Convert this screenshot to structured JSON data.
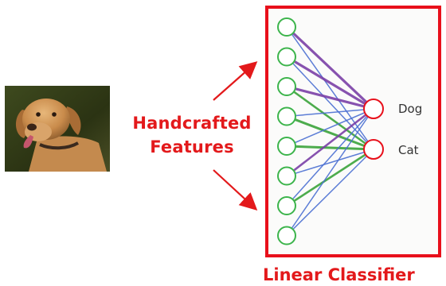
{
  "input_label": {
    "line1": "Handcrafted",
    "line2": "Features"
  },
  "classifier_label": "Linear Classifier",
  "network": {
    "input_node_count": 8,
    "outputs": [
      "Dog",
      "Cat"
    ]
  },
  "colors": {
    "accent_red": "#e3191b",
    "node_green": "#3cb44b",
    "node_red": "#e8101b",
    "edge_blue": "#4a6fd1",
    "edge_purple": "#7a3fa6",
    "edge_green": "#3aa33a"
  },
  "icons": {
    "photo": "dog-photo",
    "arrows": "arrow-icon"
  }
}
